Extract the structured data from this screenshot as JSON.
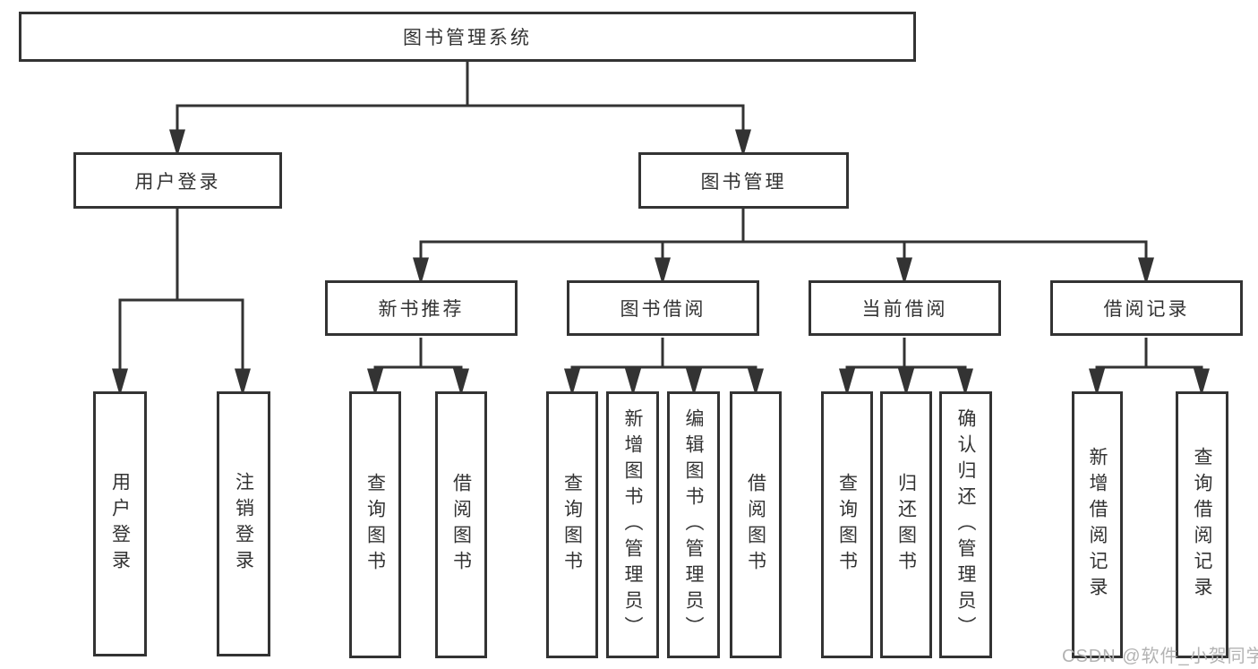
{
  "title_box": {
    "label": "图书管理系统"
  },
  "branches": {
    "user_login": {
      "label": "用户登录",
      "children": [
        {
          "label": "用户登录"
        },
        {
          "label": "注销登录"
        }
      ]
    },
    "book_management": {
      "label": "图书管理",
      "children": [
        {
          "label": "新书推荐",
          "children": [
            {
              "label": "查询图书"
            },
            {
              "label": "借阅图书"
            }
          ]
        },
        {
          "label": "图书借阅",
          "children": [
            {
              "label": "查询图书"
            },
            {
              "label": "新增图书（管理员）"
            },
            {
              "label": "编辑图书（管理员）"
            },
            {
              "label": "借阅图书"
            }
          ]
        },
        {
          "label": "当前借阅",
          "children": [
            {
              "label": "查询图书"
            },
            {
              "label": "归还图书"
            },
            {
              "label": "确认归还（管理员）"
            }
          ]
        },
        {
          "label": "借阅记录",
          "children": [
            {
              "label": "新增借阅记录"
            },
            {
              "label": "查询借阅记录"
            }
          ]
        }
      ]
    }
  },
  "watermark": {
    "text": "CSDN @软件_小贺同学"
  },
  "colors": {
    "line": "#333333",
    "text": "#333333",
    "box_background": "#ffffff",
    "watermark": "#b3b3b3",
    "background": "#ffffff"
  }
}
